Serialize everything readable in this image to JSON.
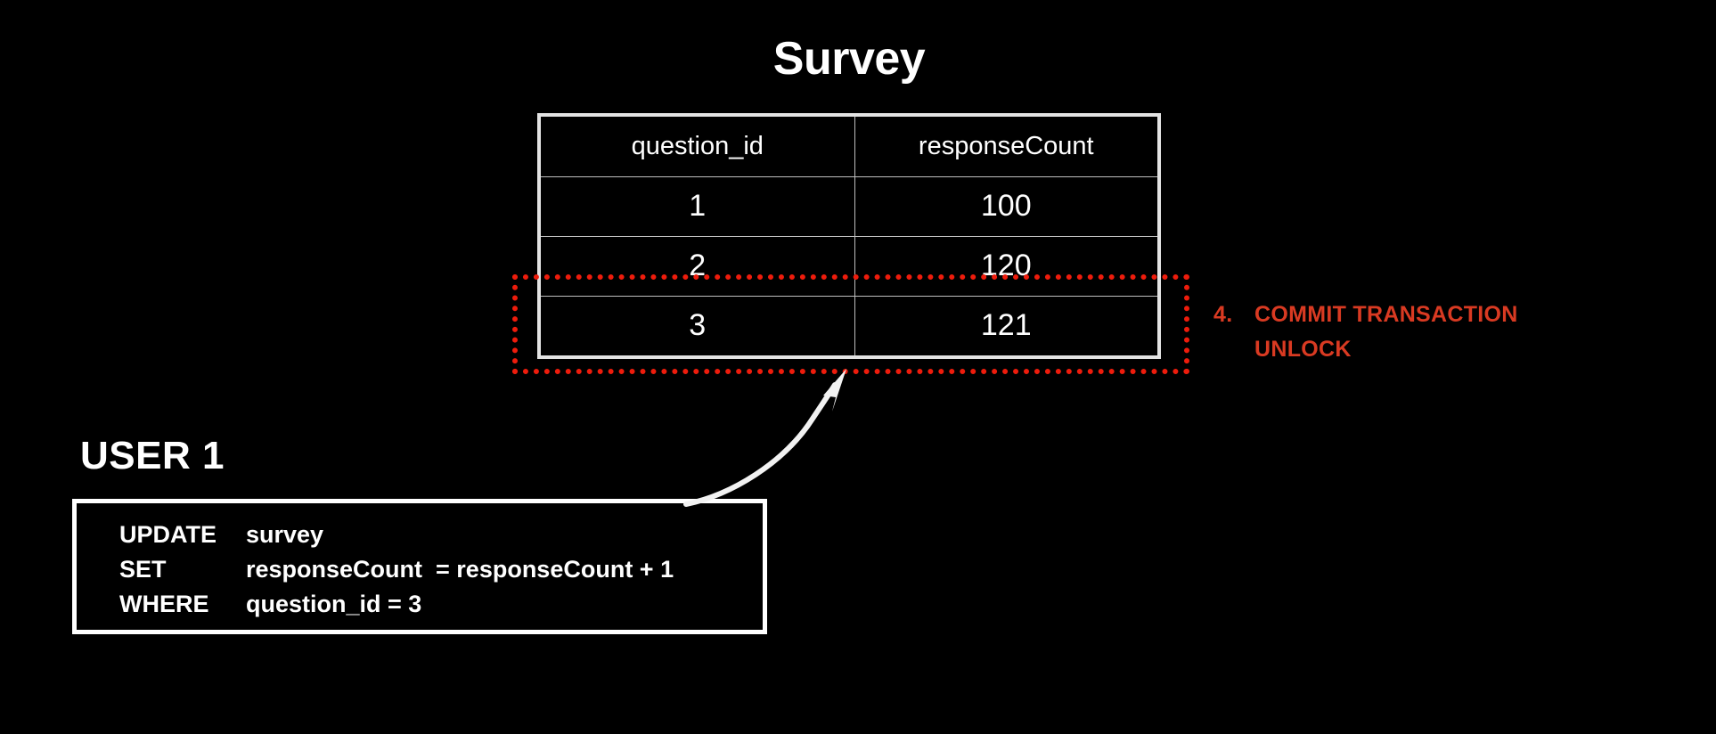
{
  "title": "Survey",
  "table": {
    "columns": [
      "question_id",
      "responseCount"
    ],
    "rows": [
      {
        "question_id": "1",
        "responseCount": "100"
      },
      {
        "question_id": "2",
        "responseCount": "120"
      },
      {
        "question_id": "3",
        "responseCount": "121"
      }
    ]
  },
  "annotation": {
    "number": "4.",
    "line1": "COMMIT TRANSACTION",
    "line2": "UNLOCK",
    "color": "#d93a22"
  },
  "highlight": {
    "color": "#ee1c0c",
    "style": "dotted"
  },
  "user": {
    "label": "USER 1"
  },
  "sql": {
    "lines": [
      {
        "keyword": "UPDATE",
        "rest": "survey"
      },
      {
        "keyword": "SET",
        "rest": "responseCount  = responseCount + 1"
      },
      {
        "keyword": "WHERE",
        "rest": "question_id = 3"
      }
    ]
  },
  "arrow": {
    "name": "curved-arrow",
    "color": "#ffffff",
    "from": "sql-box",
    "to": "survey-table-row-3"
  },
  "colors": {
    "background": "#000000",
    "text": "#ffffff",
    "table_border": "#e3e3e3",
    "grid_line": "#bfbfbf"
  }
}
